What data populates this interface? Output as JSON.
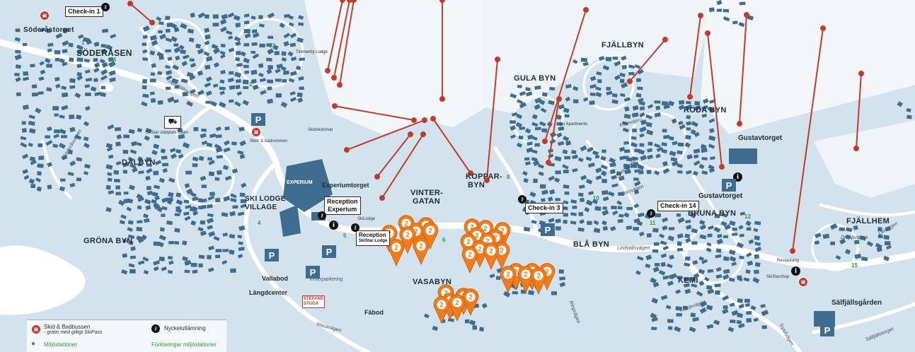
{
  "areas": {
    "soderastorget": "Söderåstorget",
    "soderasen": "SÖDERÅSEN",
    "dalbyn": "DALBYN",
    "grona_byn": "GRÖNA BYN",
    "ski_lodge_1": "SKI LODGE",
    "ski_lodge_2": "VILLAGE",
    "experium": "EXPERIUM",
    "experiumtorget": "Experiumtorget",
    "vinter_1": "VINTER-",
    "vinter_2": "GATAN",
    "koppar_1": "KOPPAR-",
    "koppar_2": "BYN",
    "vasabyn": "VASABYN",
    "gula_byn": "GULA BYN",
    "fjallbyn": "FJÄLLBYN",
    "roda_byn": "RÖDA BYN",
    "gustavtorget_top": "Gustavtorget",
    "gustavtorget": "Gustavtorget",
    "bruna_byn": "BRUNA BYN",
    "bla_byn": "BLÅ BYN",
    "kemi": "KEMI",
    "fjallhem": "FJÄLLHEM",
    "salfjallsgarden": "Sälfjällsgården",
    "vallabod": "Vallabod",
    "langdcenter": "Längdcenter",
    "fabod": "Fäbod",
    "timmerby": "Timmerby Lodge",
    "ski_apartments": "Ski Apartments"
  },
  "roads": {
    "hemfjallsvagen": "Hemfjällsvägen",
    "soderasvagen": "Söderåsvägen",
    "lindvallsvagen": "Lindvallsvägen",
    "klovjevagen": "Klövjevägen",
    "drappvagen": "Dröppvägen",
    "lavvagen": "Lavvägen",
    "wasavagen": "Wasavägen",
    "salfjallstorget": "Sälfjällstorget",
    "vinterparkering": "Vinterparkering",
    "karnvagen": "Kärnvägen",
    "kvistvagen": "Kvistvägen",
    "dorrvagen": "Dörrvägen",
    "trysilvagen": "Trysilvägen",
    "ringvagen": "Ringvägen"
  },
  "labels": {
    "checkin_1": "Check-in 1",
    "checkin_3": "Check-in 3",
    "checkin_14": "Check-in 14",
    "reception_experium_1": "Reception",
    "reception_experium_2": "Experium",
    "reception_skistar_1": "Reception",
    "reception_skistar_2": "SkiStar Lodge",
    "skilodge": "SkiLodge",
    "skidshop": "Skidskolshop",
    "restaurang": "Restaurang",
    "skistarshop": "SkiStarshop",
    "stefans_1": "STEFANS",
    "stefans_2": "STUGA",
    "skistar_stallplats": "SkiStar ställplats Sälen",
    "skid_badrum": "Skid- & badrummen",
    "parking": "P"
  },
  "legend": {
    "bus_title": "Skid & Badbussen",
    "bus_sub": "- gratis med giltigt SkiPass",
    "key_title": "Nyckelutlämning",
    "green_title": "Miljöstationer",
    "green_note": "Förklaringar miljöstationer"
  },
  "station_numbers": {
    "s1": "1",
    "s2": "2",
    "s4": "4",
    "s5": "5",
    "s6": "6",
    "s8": "8",
    "s10": "10",
    "s11": "11",
    "s12": "12",
    "s13": "13",
    "s14": "14",
    "s15": "15"
  },
  "markers": {
    "count": "2",
    "positions": [
      [
        574,
        316
      ],
      [
        602,
        319
      ],
      [
        588,
        327
      ],
      [
        550,
        330
      ],
      [
        576,
        332
      ],
      [
        608,
        326
      ],
      [
        595,
        348
      ],
      [
        560,
        350
      ],
      [
        667,
        321
      ],
      [
        686,
        323
      ],
      [
        710,
        326
      ],
      [
        674,
        333
      ],
      [
        700,
        336
      ],
      [
        689,
        341
      ],
      [
        662,
        342
      ],
      [
        678,
        352
      ],
      [
        709,
        354
      ],
      [
        694,
        355
      ],
      [
        664,
        360
      ],
      [
        729,
        384
      ],
      [
        752,
        384
      ],
      [
        773,
        384
      ],
      [
        718,
        388
      ],
      [
        743,
        388
      ],
      [
        761,
        390
      ],
      [
        630,
        414
      ],
      [
        655,
        419
      ],
      [
        665,
        420
      ],
      [
        636,
        426
      ],
      [
        646,
        428
      ],
      [
        624,
        431
      ]
    ]
  },
  "colors": {
    "water": "#dce9f2",
    "land": "#c7dae6",
    "road": "#ffffff",
    "building": "#3f6d8f",
    "lift": "#c43a2b",
    "marker": "#f07d1d",
    "green": "#2d9a3a"
  }
}
